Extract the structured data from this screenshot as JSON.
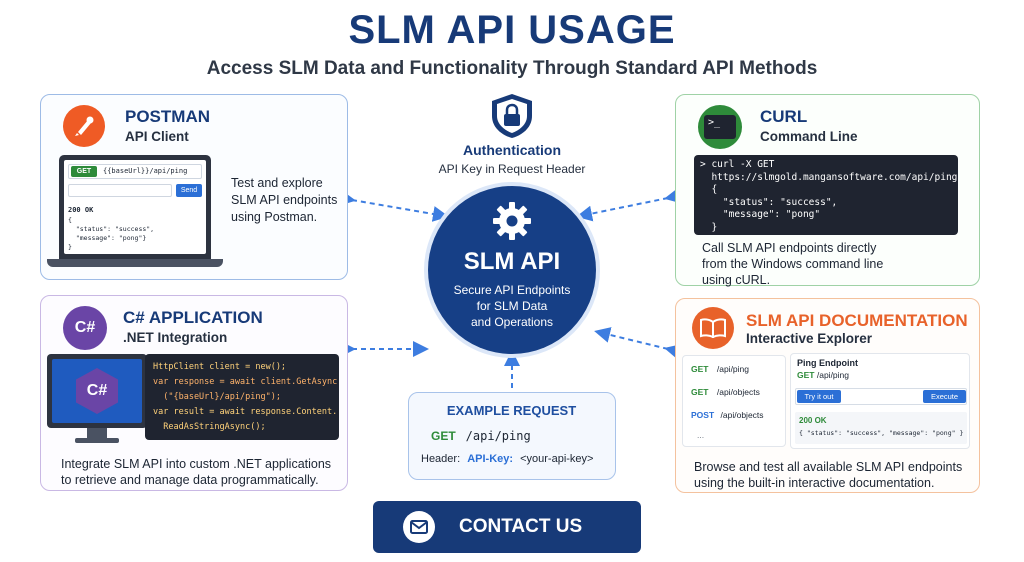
{
  "header": {
    "title": "SLM API USAGE",
    "subtitle": "Access SLM Data and Functionality Through Standard API Methods"
  },
  "auth": {
    "title": "Authentication",
    "subtitle": "API Key in Request Header"
  },
  "center": {
    "title": "SLM API",
    "desc_lines": [
      "Secure API Endpoints",
      "for SLM Data",
      "and Operations"
    ]
  },
  "postman": {
    "title": "POSTMAN",
    "subtitle": "API Client",
    "method": "GET",
    "url": "{{baseUrl}}/api/ping",
    "send_label": "Send",
    "status": "200 OK",
    "response_lines": [
      "{",
      "  \"status\": \"success\",",
      "  \"message\": \"pong\"}",
      "}"
    ],
    "desc_lines": [
      "Test and explore",
      "SLM API endpoints",
      "using Postman."
    ]
  },
  "curl": {
    "title": "CURL",
    "subtitle": "Command Line",
    "code_lines": [
      "> curl -X GET",
      "  https://slmgold.mangansoftware.com/api/ping",
      "  {",
      "    \"status\": \"success\",",
      "    \"message\": \"pong\"",
      "  }"
    ],
    "desc_lines": [
      "Call SLM API endpoints directly",
      "from the Windows command line",
      "using cURL."
    ]
  },
  "csharp": {
    "title": "C# APPLICATION",
    "subtitle": ".NET Integration",
    "logo_text": "C#",
    "code_lines": [
      "HttpClient client = new();",
      "var response = await client.GetAsync",
      "  (\"{baseUrl}/api/ping\");",
      "var result = await response.Content.",
      "  ReadAsStringAsync();"
    ],
    "desc_lines": [
      "Integrate SLM API into custom .NET applications",
      "to retrieve and manage data programmatically."
    ]
  },
  "docs": {
    "title": "SLM API DOCUMENTATION",
    "subtitle": "Interactive Explorer",
    "endpoints": [
      {
        "method": "GET",
        "path": "/api/ping"
      },
      {
        "method": "GET",
        "path": "/api/objects"
      },
      {
        "method": "POST",
        "path": "/api/objects"
      }
    ],
    "more": "...",
    "panel_title": "Ping Endpoint",
    "panel_method": "GET",
    "panel_path": "/api/ping",
    "try_label": "Try it out",
    "execute_label": "Execute",
    "status": "200 OK",
    "response": "{ \"status\": \"success\", \"message\": \"pong\" }",
    "desc_lines": [
      "Browse and test all available SLM API endpoints",
      "using the built-in interactive documentation."
    ]
  },
  "example": {
    "title": "EXAMPLE REQUEST",
    "method": "GET",
    "path": "/api/ping",
    "header_label": "Header:",
    "header_key": "API-Key:",
    "header_value": "<your-api-key>"
  },
  "contact": {
    "label": "CONTACT US"
  },
  "colors": {
    "navy": "#173a78",
    "blue_accent": "#2b6fd6",
    "green_method": "#2e8b3a",
    "orange": "#e8622a",
    "purple": "#6a45a6"
  }
}
